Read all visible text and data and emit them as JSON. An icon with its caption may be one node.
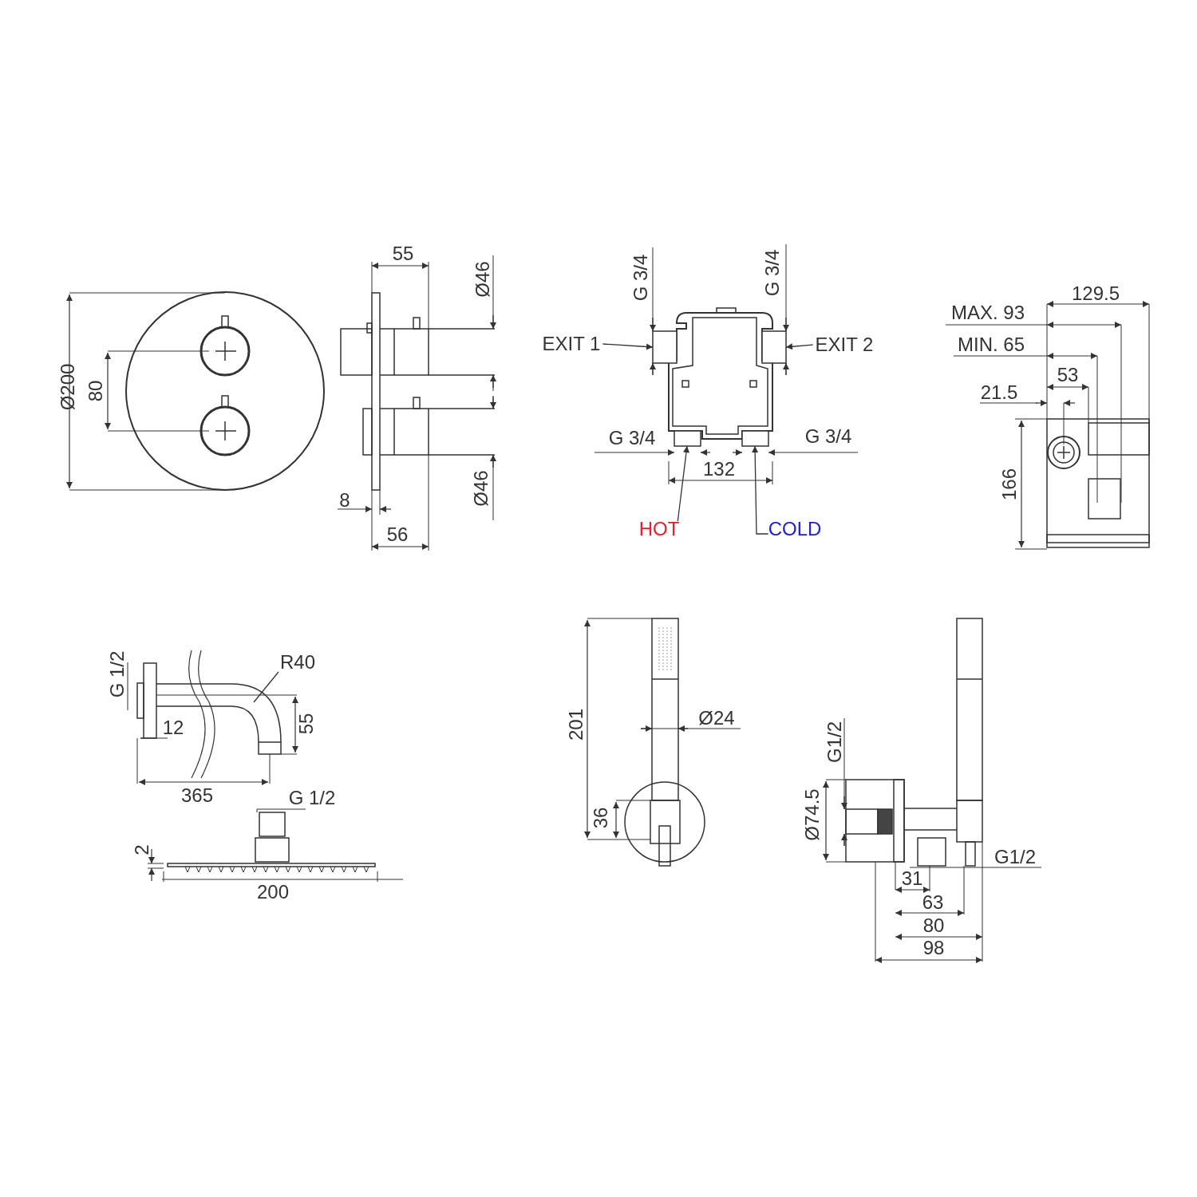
{
  "diagram": {
    "nodes": [
      {
        "text": [
          "EXIT 1"
        ]
      },
      {
        "text": [
          "EXIT 2"
        ]
      },
      {
        "text": [
          "HOT"
        ]
      },
      {
        "text": [
          "COLD"
        ]
      },
      {
        "text": [
          "R40"
        ]
      },
      {
        "text": [],
        "shape": "box"
      },
      {
        "text": [],
        "shape": "box"
      },
      {
        "text": [],
        "shape": "box"
      },
      {
        "text": [],
        "shape": "box"
      }
    ],
    "edges": [
      {
        "from": 0,
        "to": 5,
        "arrow": "to"
      },
      {
        "from": 1,
        "to": 6,
        "arrow": "to"
      },
      {
        "from": 2,
        "to": 7,
        "arrow": "to"
      },
      {
        "from": 3,
        "to": 8,
        "arrow": "to"
      },
      {
        "from": 4,
        "to": null,
        "arrow": "none"
      }
    ],
    "labels": [
      "Ø200",
      "80",
      "55",
      "Ø46",
      "8",
      "56",
      "Ø46",
      "G 3/4",
      "G 3/4",
      "G 3/4",
      "G 3/4",
      "132",
      "129.5",
      "MAX. 93",
      "MIN. 65",
      "53",
      "21.5",
      "166",
      "G 1/2",
      "12",
      "55",
      "365",
      "G 1/2",
      "2",
      "200",
      "201",
      "Ø24",
      "36",
      "G1/2",
      "Ø74.5",
      "G1/2",
      "31",
      "63",
      "80",
      "98"
    ]
  }
}
